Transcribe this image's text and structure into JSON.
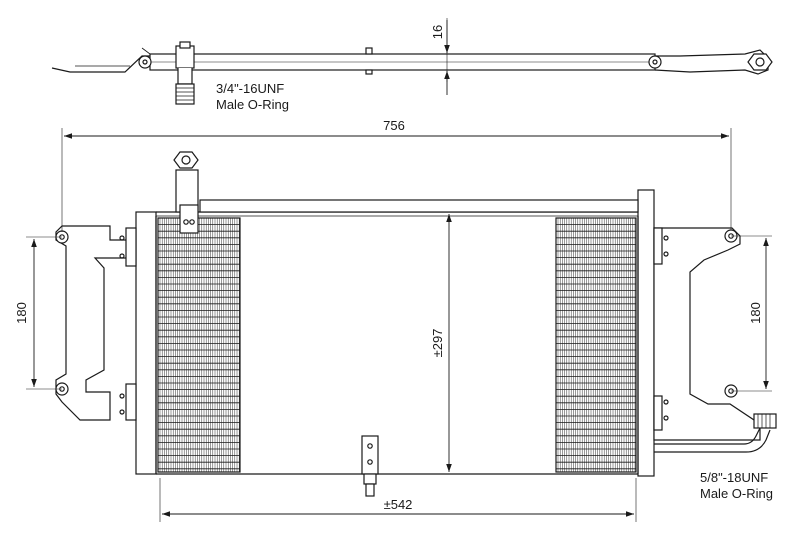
{
  "dimensions": {
    "overall_width": "756",
    "core_width": "±542",
    "core_height": "±297",
    "left_bracket_span": "180",
    "right_bracket_span": "180",
    "tube_thickness": "16"
  },
  "connections": {
    "inlet": {
      "line1": "3/4\"-16UNF",
      "line2": "Male O-Ring"
    },
    "outlet": {
      "line1": "5/8\"-18UNF",
      "line2": "Male O-Ring"
    }
  },
  "colors": {
    "line": "#1a1a1a",
    "background": "#ffffff"
  }
}
